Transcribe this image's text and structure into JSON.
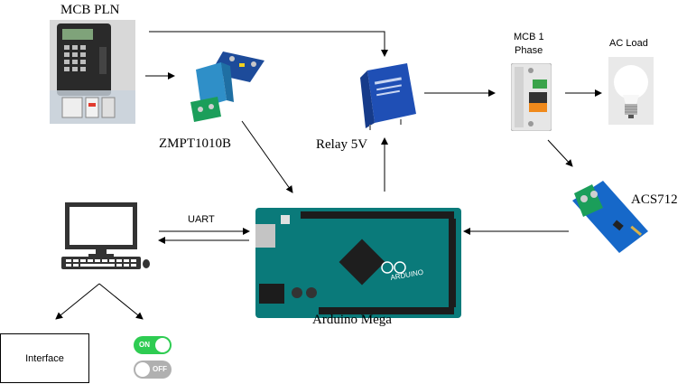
{
  "labels": {
    "mcb_pln": "MCB PLN",
    "zmpt": "ZMPT1010B",
    "relay": "Relay 5V",
    "mcb1_line1": "MCB 1",
    "mcb1_line2": "Phase",
    "ac_load": "AC Load",
    "acs": "ACS712",
    "uart": "UART",
    "arduino": "Arduino Mega",
    "interface": "Interface"
  },
  "toggles": {
    "on": "ON",
    "off": "OFF"
  },
  "colors": {
    "arduino_board": "#0a7a7a",
    "relay_blue": "#1f4fb5",
    "zmpt_blue": "#2f8fc8",
    "terminal_green": "#1b9e5a",
    "acs_blue": "#1668c9",
    "toggle_on": "#2ecc52",
    "toggle_off": "#b0b0b0",
    "mcb_orange": "#f08a1c"
  },
  "icons": [
    "mcb-pln-meter-photo",
    "zmpt-sensor-photo",
    "relay-photo",
    "mcb-breaker-photo",
    "light-bulb-icon",
    "acs712-sensor-photo",
    "computer-icon",
    "arduino-mega-photo"
  ]
}
